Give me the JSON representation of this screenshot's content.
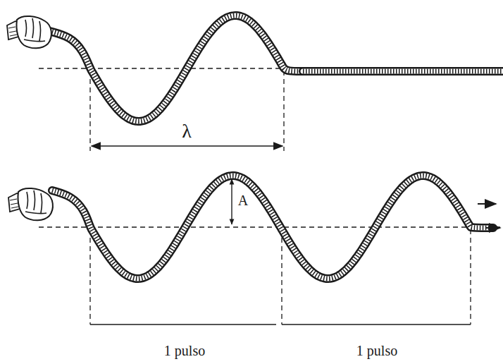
{
  "diagram": {
    "labels": [
      "λ",
      "A",
      "1 pulso",
      "1 pulso"
    ]
  }
}
